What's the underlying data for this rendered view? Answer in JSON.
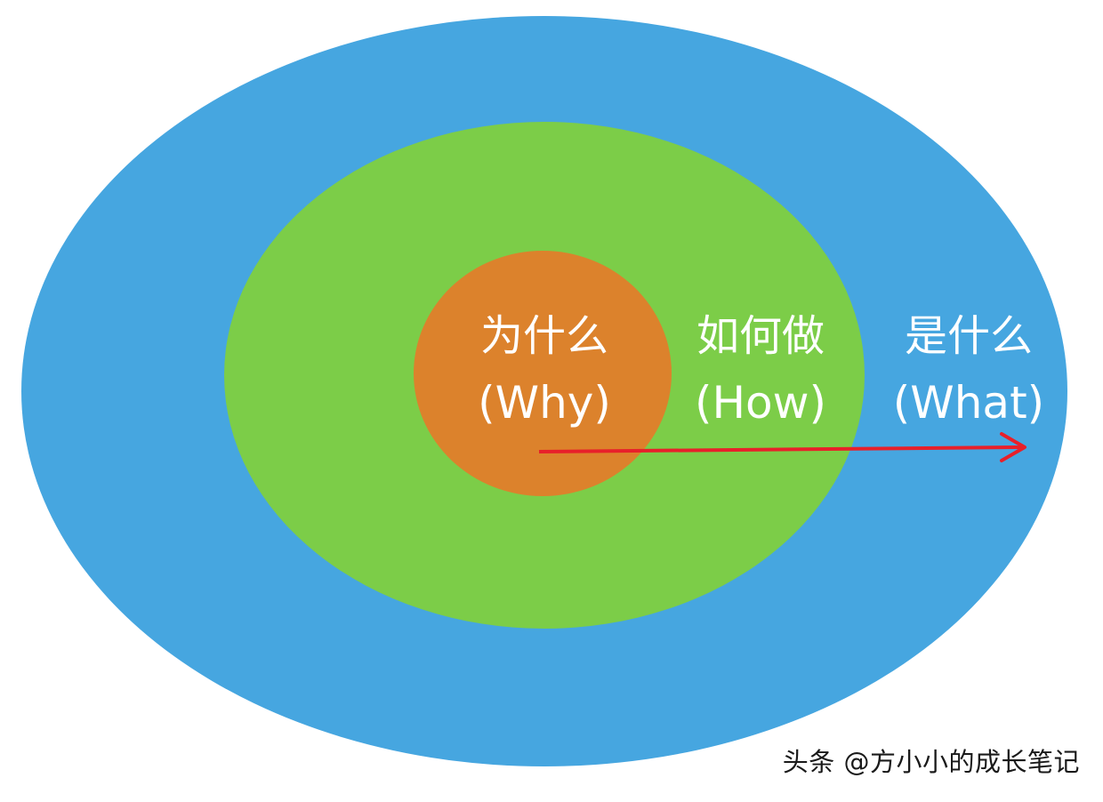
{
  "colors": {
    "outer": "#46a6e0",
    "middle": "#7ccd48",
    "inner": "#dc822c",
    "arrow": "#e8202a",
    "label": "#ffffff"
  },
  "rings": {
    "why": {
      "zh": "为什么",
      "en": "(Why)"
    },
    "how": {
      "zh": "如何做",
      "en": "(How)"
    },
    "what": {
      "zh": "是什么",
      "en": "(What)"
    }
  },
  "watermark": "头条 @方小小的成长笔记"
}
